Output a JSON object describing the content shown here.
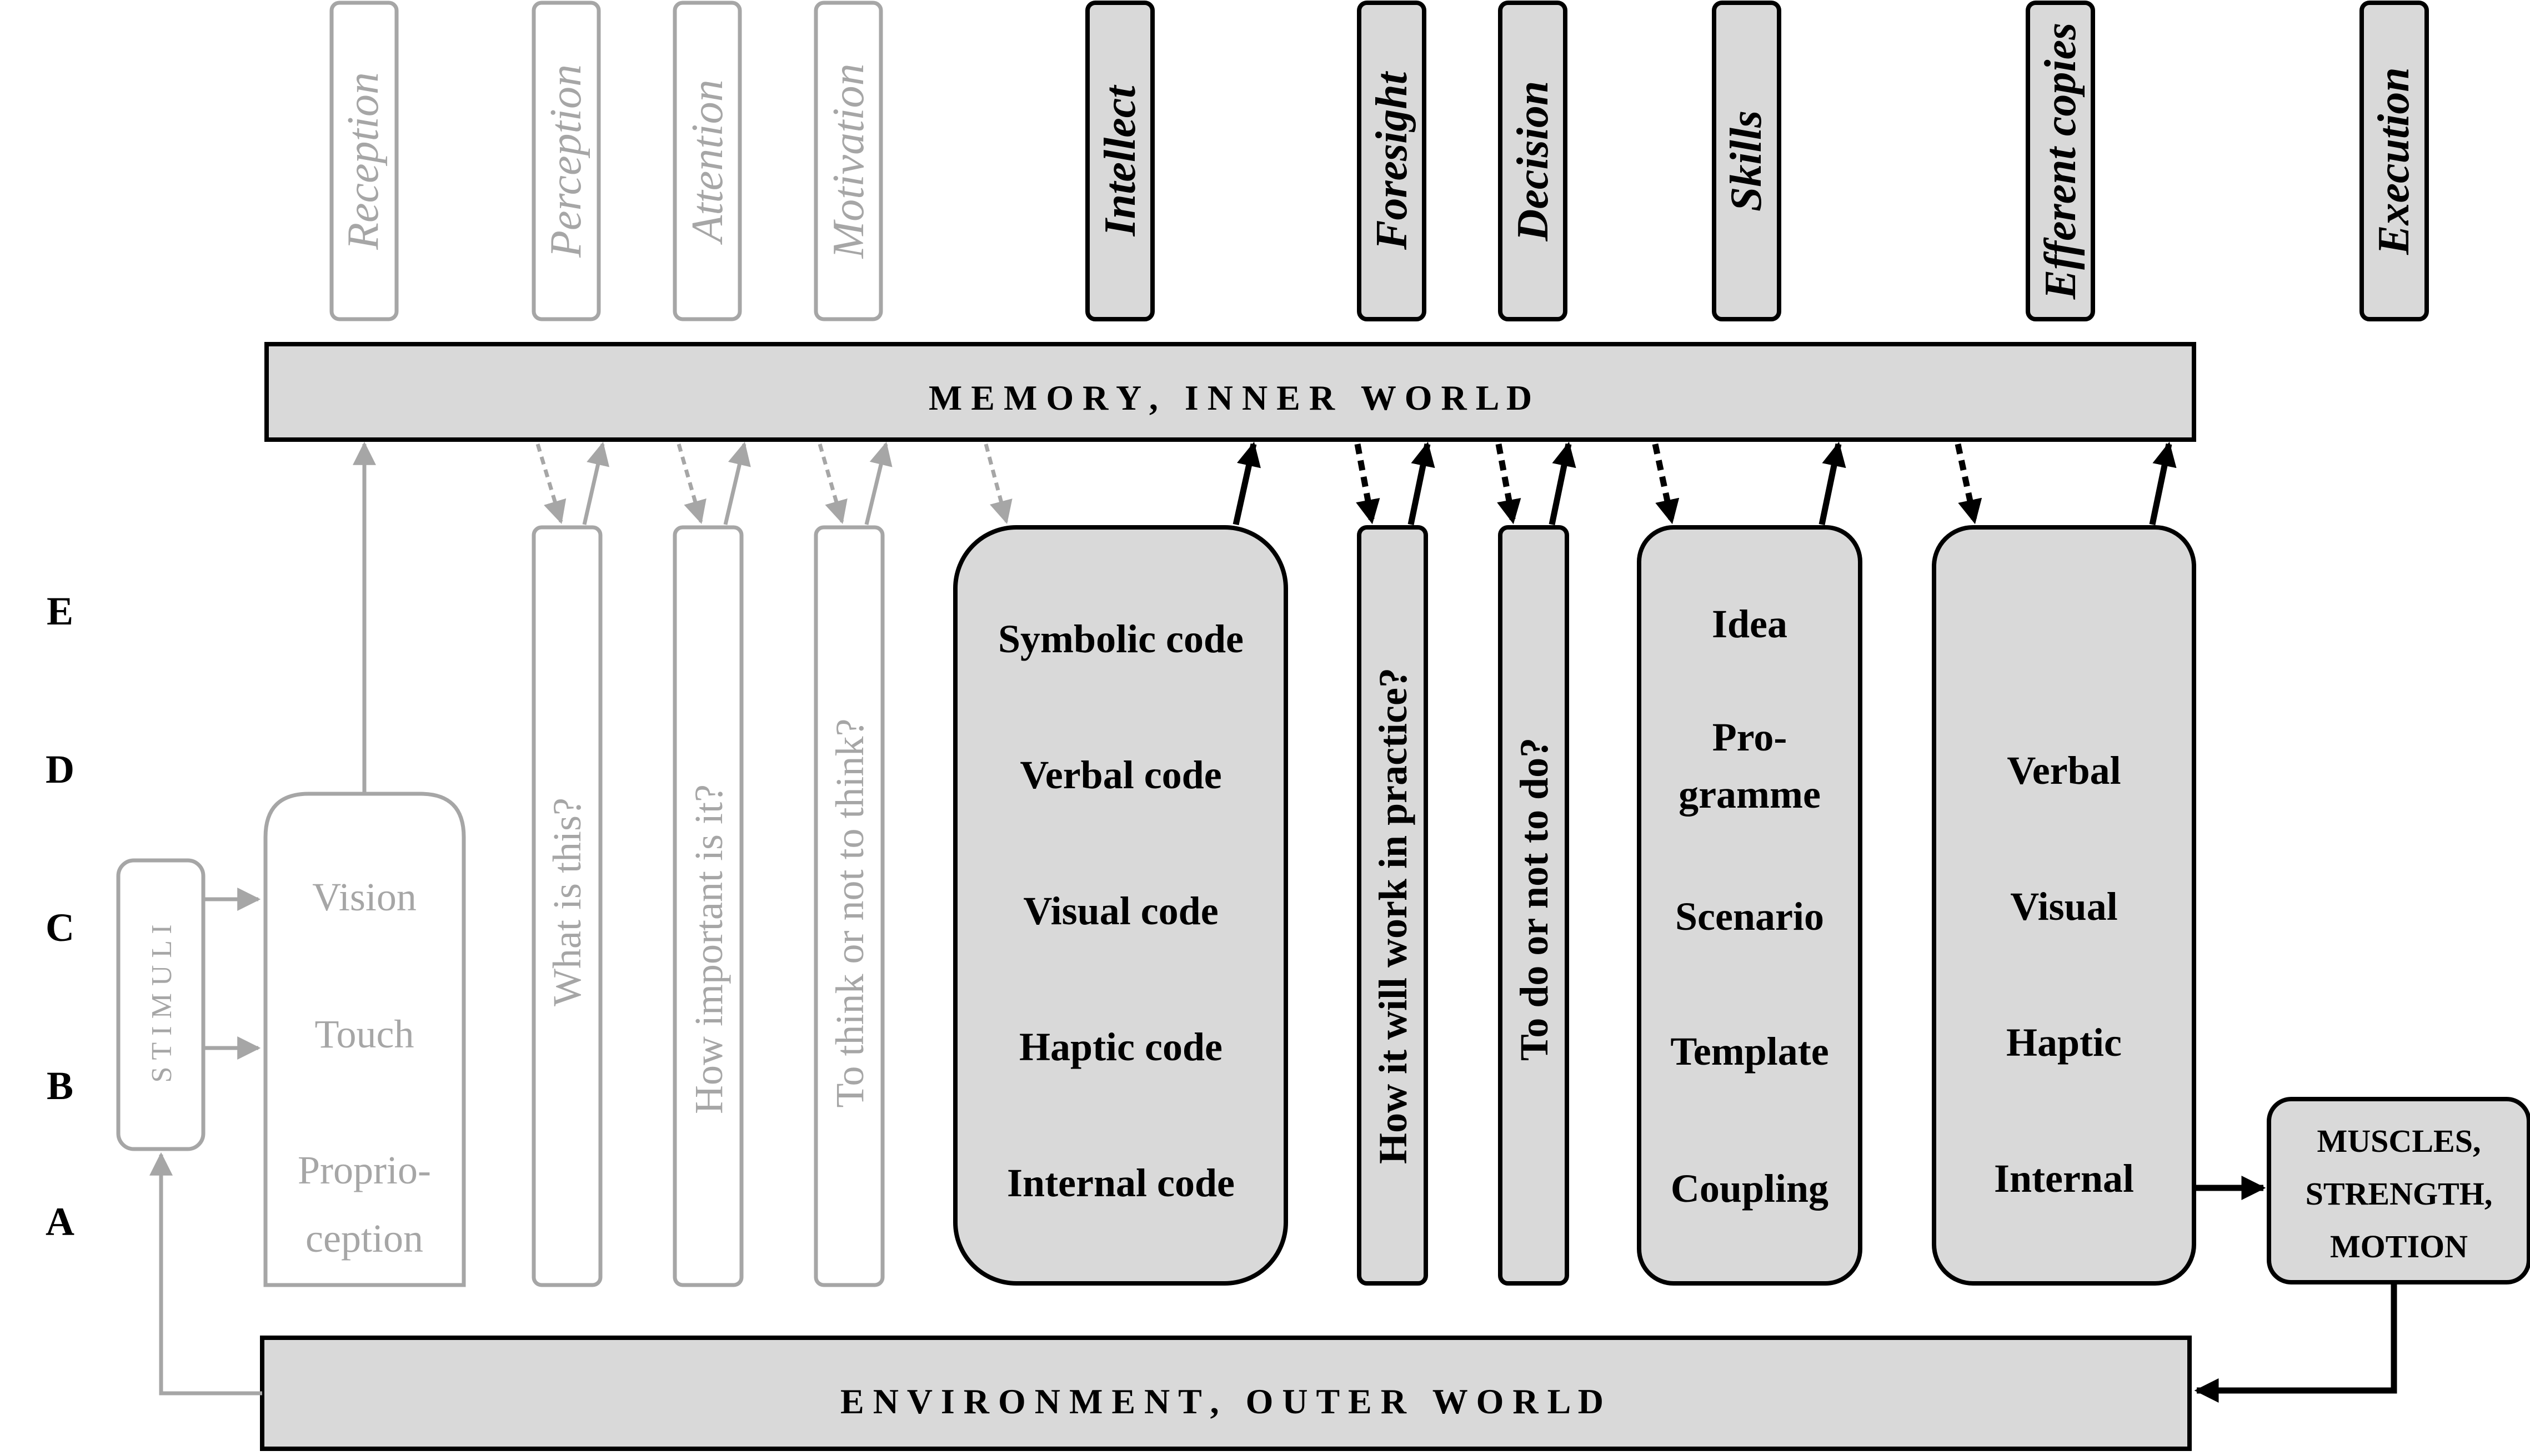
{
  "top_labels": {
    "reception": "Reception",
    "perception": "Perception",
    "attention": "Attention",
    "motivation": "Motivation",
    "intellect": "Intellect",
    "foresight": "Foresight",
    "decision": "Decision",
    "skills": "Skills",
    "efferent": "Efferent copies",
    "execution": "Execution"
  },
  "memory_bar": "M E M O R Y ,   I N N E R   W O R L D",
  "environment_bar": "E N V I R O N M E N T ,   O U T E R   W O R L D",
  "levels": [
    "E",
    "D",
    "C",
    "B",
    "A"
  ],
  "stimuli": "S T I M U L I",
  "senses": {
    "vision": "Vision",
    "touch": "Touch",
    "proprio_1": "Proprio-",
    "proprio_2": "ception"
  },
  "questions": {
    "what": "What is this?",
    "important": "How important is it?",
    "think": "To think or not to think?",
    "practice": "How it will work in practice?",
    "todo": "To do or not to do?"
  },
  "codes": [
    "Symbolic code",
    "Verbal code",
    "Visual code",
    "Haptic code",
    "Internal code"
  ],
  "skills_items": {
    "idea": "Idea",
    "prog_1": "Pro-",
    "prog_2": "gramme",
    "scenario": "Scenario",
    "template": "Template",
    "coupling": "Coupling"
  },
  "efferent_items": [
    "Verbal",
    "Visual",
    "Haptic",
    "Internal"
  ],
  "muscles": [
    "MUSCLES,",
    "STRENGTH,",
    "MOTION"
  ],
  "colors": {
    "gray_line": "#a6a6a6",
    "gray_text": "#a6a6a6",
    "fill": "#d9d9d9",
    "black": "#000000"
  }
}
